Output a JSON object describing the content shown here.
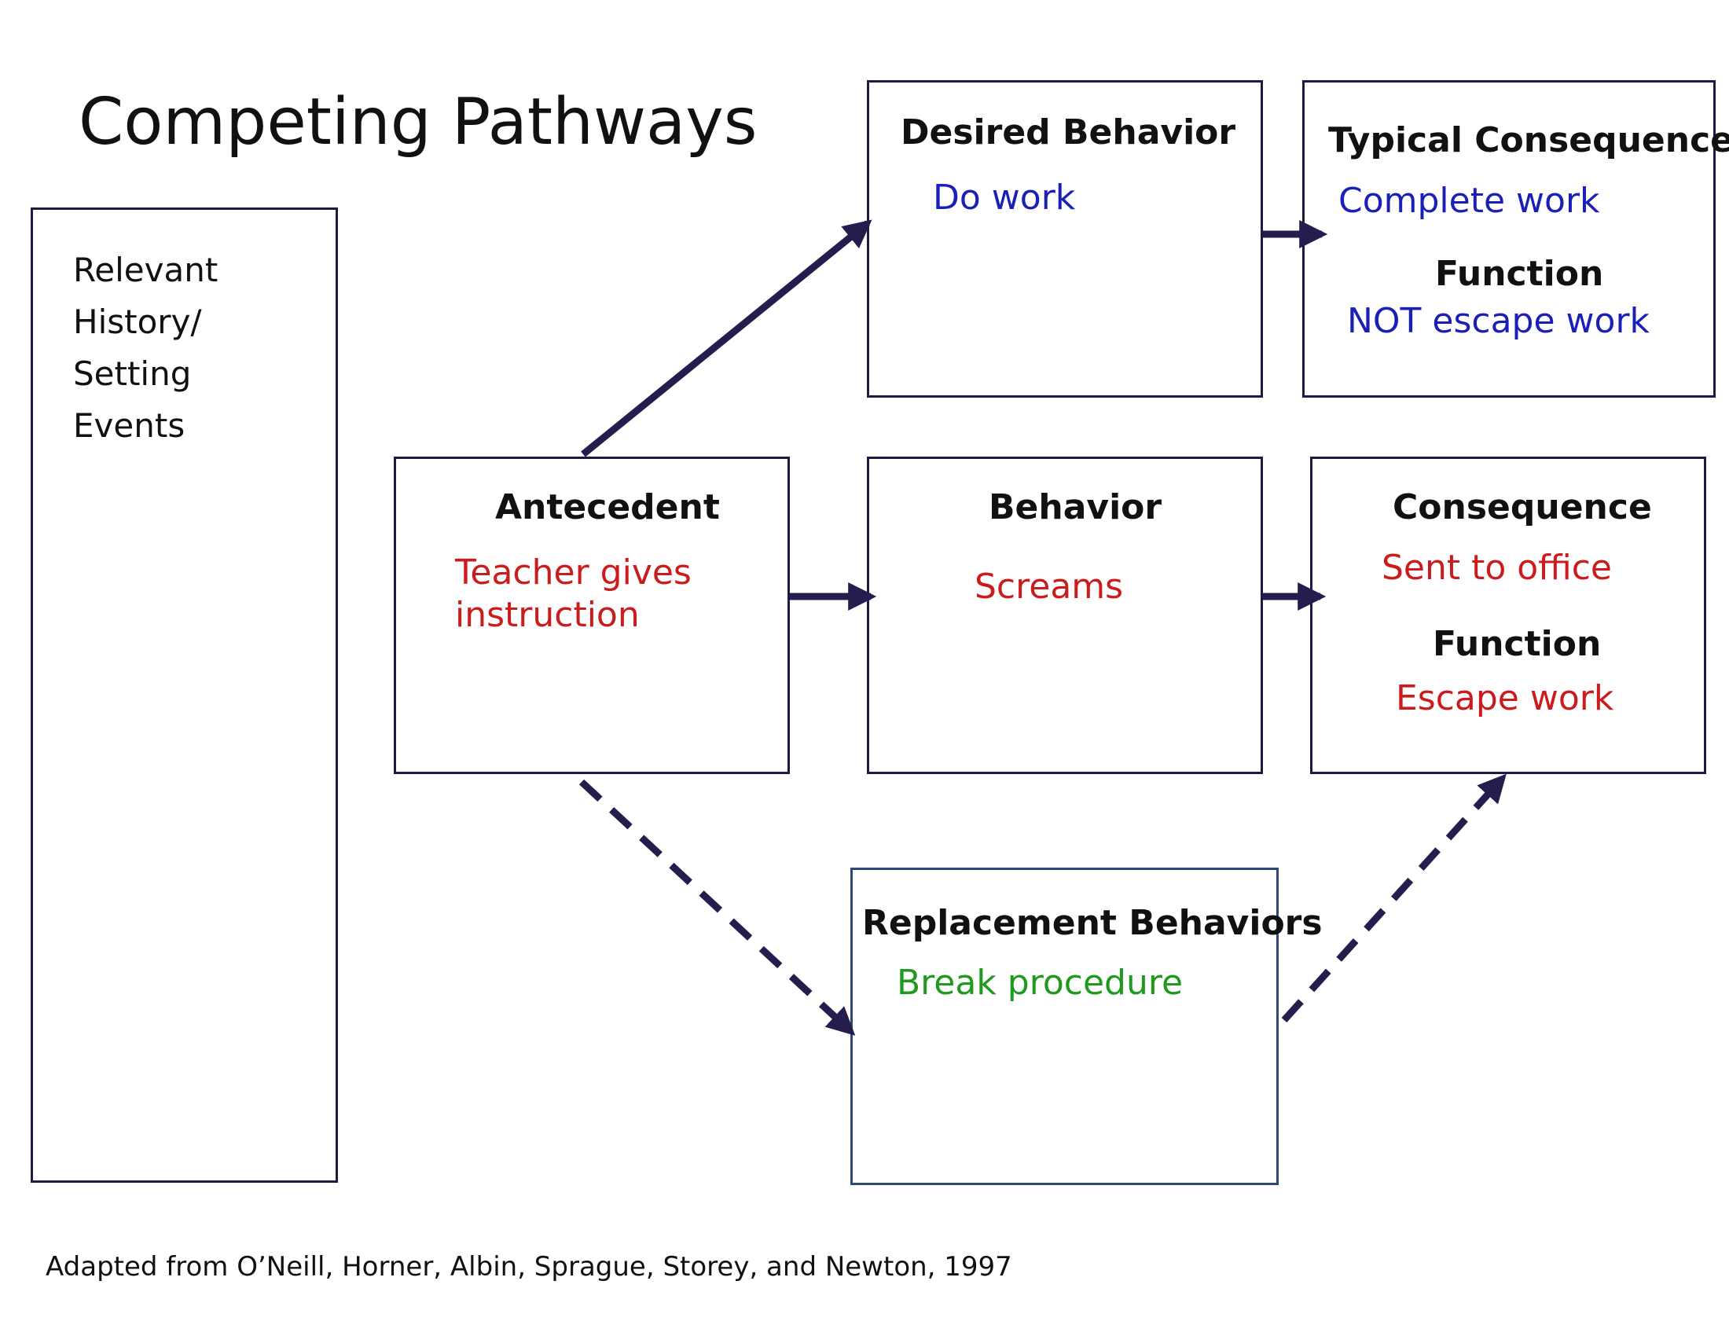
{
  "title": "Competing Pathways",
  "setting_events": {
    "lines": [
      "Relevant",
      "History/",
      "Setting",
      "Events"
    ]
  },
  "desired_behavior": {
    "label": "Desired Behavior",
    "value": "Do work"
  },
  "typical_consequence": {
    "label": "Typical Consequence",
    "value": "Complete work",
    "function_label": "Function",
    "function_value": "NOT escape work"
  },
  "antecedent": {
    "label": "Antecedent",
    "value_lines": [
      "Teacher gives",
      "instruction"
    ]
  },
  "behavior": {
    "label": "Behavior",
    "value": "Screams"
  },
  "consequence": {
    "label": "Consequence",
    "value": "Sent to office",
    "function_label": "Function",
    "function_value": "Escape work"
  },
  "replacement": {
    "label": "Replacement Behaviors",
    "value": "Break procedure"
  },
  "footer": "Adapted from O’Neill, Horner, Albin, Sprague, Storey, and Newton, 1997",
  "colors": {
    "outline": "#1f1a44",
    "desired": "#1a1fb8",
    "problem": "#cc1b1b",
    "replacement": "#1f9a1f"
  }
}
